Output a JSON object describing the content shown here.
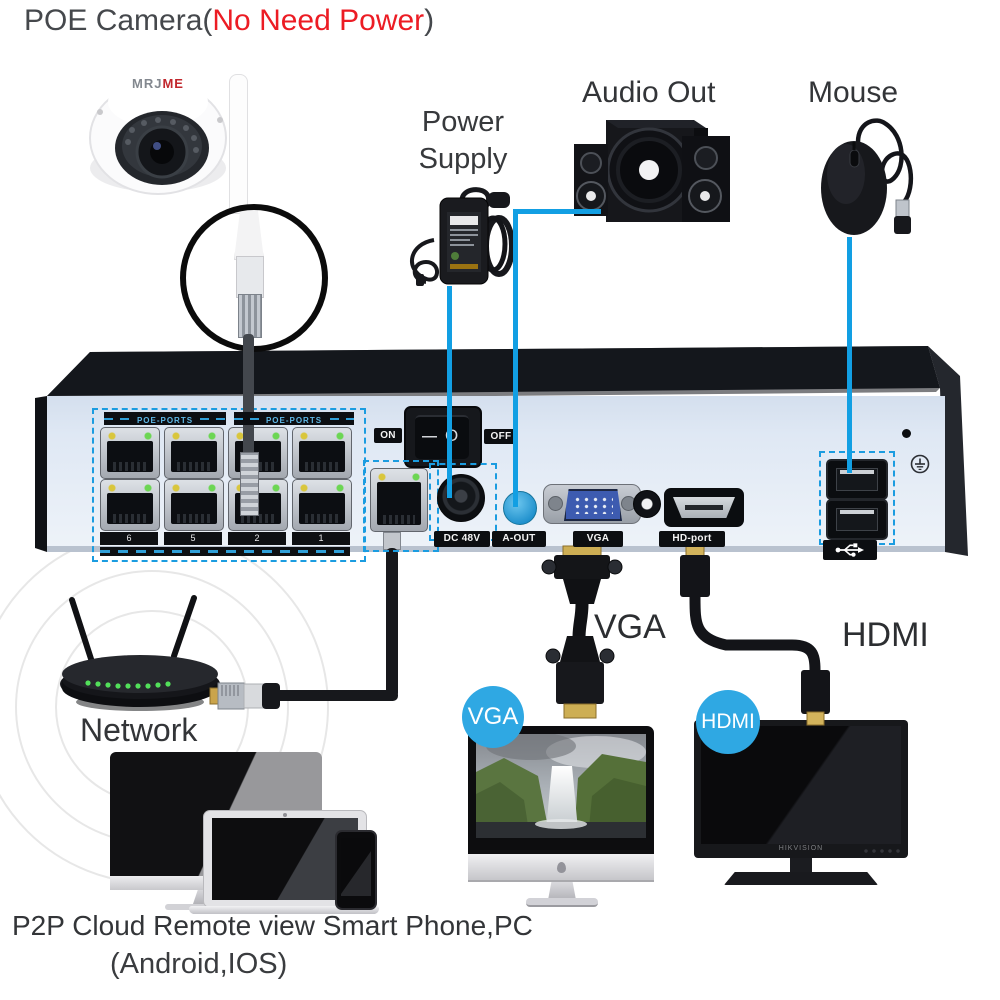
{
  "title": {
    "prefix": "POE Camera(",
    "highlight": "No Need Power",
    "suffix": ")"
  },
  "labels": {
    "power_supply_line1": "Power",
    "power_supply_line2": "Supply",
    "audio_out": "Audio Out",
    "mouse": "Mouse",
    "network": "Network",
    "vga_cable": "VGA",
    "hdmi_cable": "HDMI"
  },
  "badges": {
    "vga": "VGA",
    "hdmi": "HDMI"
  },
  "nvr": {
    "poe_ports_label_1": "POE-PORTS",
    "poe_ports_label_2": "POE-PORTS",
    "port_numbers": [
      "6",
      "5",
      "2",
      "1"
    ],
    "power_on": "ON",
    "power_off": "OFF",
    "switch_dash": "—",
    "switch_circle": "O",
    "dc_label": "DC 48V",
    "audio_label": "A-OUT",
    "vga_label": "VGA",
    "hdmi_label": "HD-port"
  },
  "camera": {
    "logo_gray": "MRJ",
    "logo_red": "ME"
  },
  "monitor": {
    "brand": "HIKVISION"
  },
  "footer": {
    "line1": "P2P Cloud Remote view Smart Phone,PC",
    "line2": "(Android,IOS)"
  },
  "icons": {
    "usb": "usb-trident",
    "ground": "earth-ground"
  },
  "colors": {
    "accent_blue": "#129fe3",
    "highlight_red": "#ec1c24",
    "panel": "#dde6f2"
  }
}
